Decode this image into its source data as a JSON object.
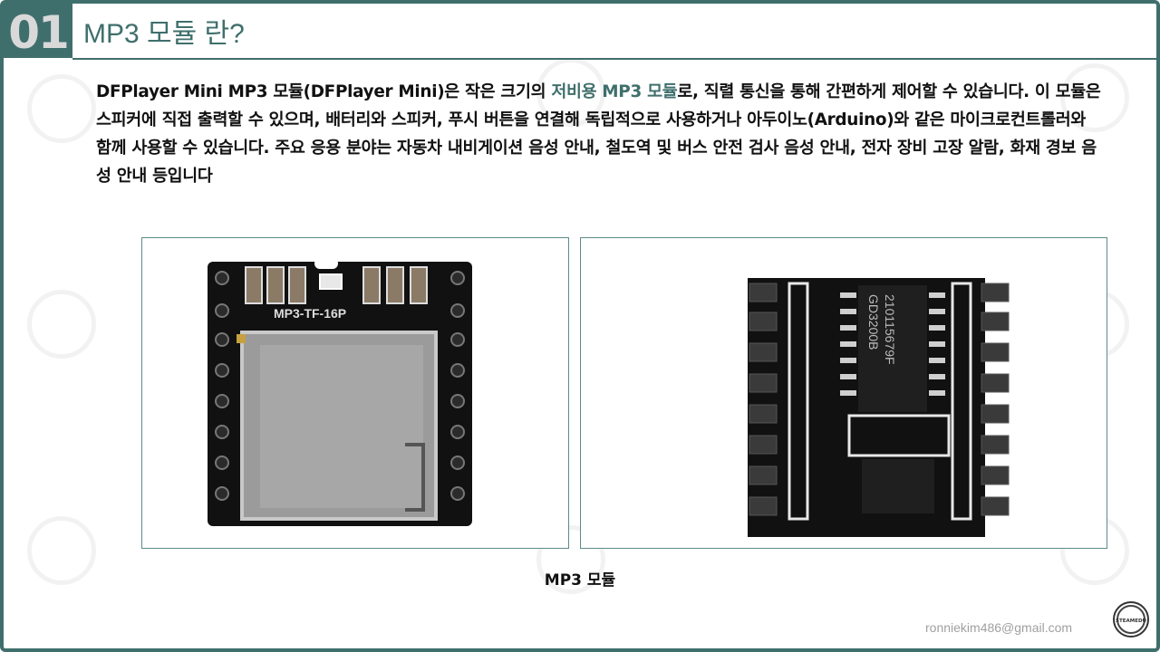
{
  "header": {
    "number": "01",
    "title": "MP3 모듈 란?"
  },
  "body": {
    "text_before": "DFPlayer Mini MP3 모듈(DFPlayer Mini)은 작은 크기의 ",
    "highlight": "저비용 MP3 모듈",
    "text_after": "로, 직렬 통신을 통해 간편하게 제어할 수 있습니다. 이 모듈은 스피커에 직접 출력할 수 있으며, 배터리와 스피커, 푸시 버튼을 연결해 독립적으로 사용하거나 아두이노(Arduino)와 같은 마이크로컨트롤러와 함께 사용할 수 있습니다. 주요 응용 분야는 자동차 내비게이션 음성 안내, 철도역 및 버스 안전 검사 음성 안내, 전자 장비 고장 알람, 화재 경보 음성 안내 등입니다"
  },
  "images": {
    "front_label": "MP3-TF-16P",
    "back_chip_line1": "GD3200B",
    "back_chip_line2": "210115679F"
  },
  "caption": "MP3 모듈",
  "footer": {
    "email": "ronniekim486@gmail.com",
    "logo_text": "STEAMEDU"
  },
  "colors": {
    "accent": "#3f6f6c",
    "highlight": "#3f6f6c"
  }
}
